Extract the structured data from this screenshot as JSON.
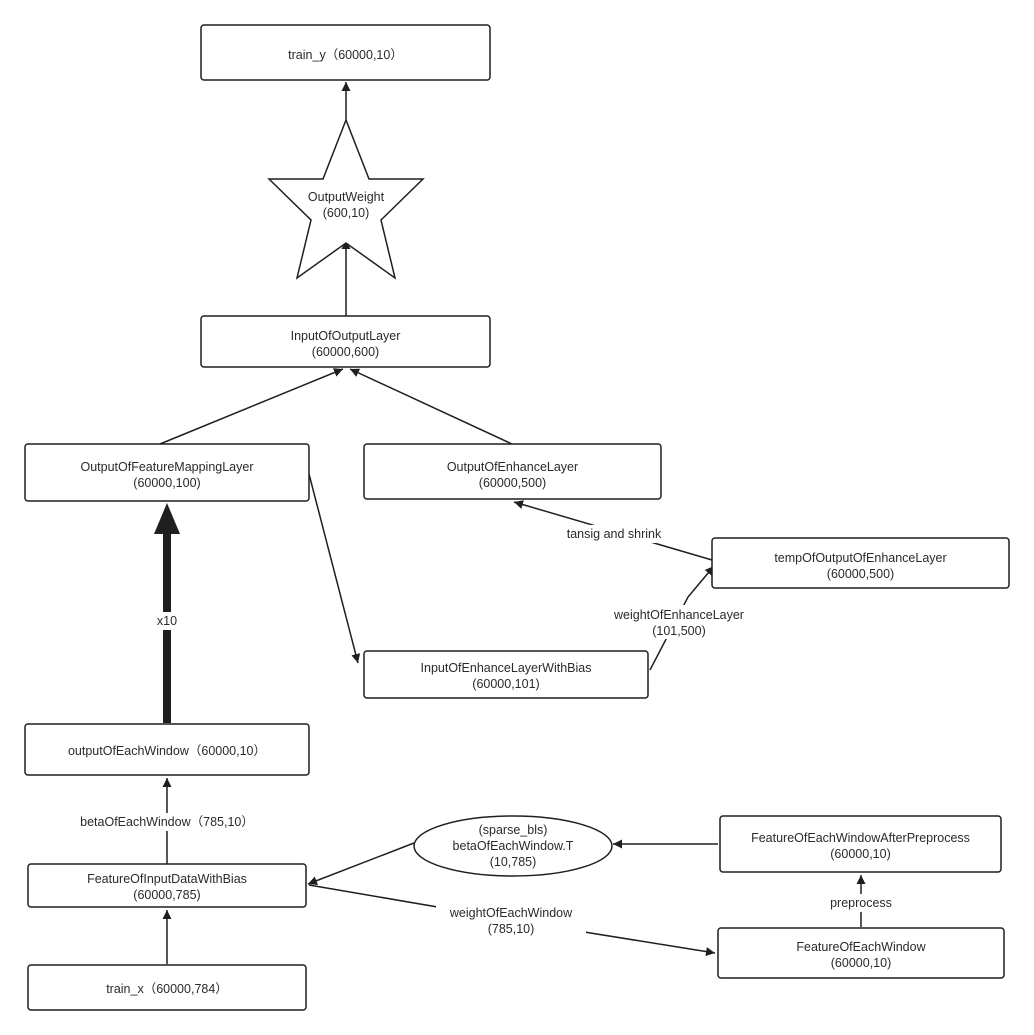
{
  "nodes": {
    "train_y": {
      "lines": [
        "train_y（60000,10）"
      ]
    },
    "output_weight": {
      "lines": [
        "OutputWeight",
        "(600,10)"
      ]
    },
    "input_of_output_layer": {
      "lines": [
        "InputOfOutputLayer",
        "(60000,600)"
      ]
    },
    "output_of_feature_mapping_layer": {
      "lines": [
        "OutputOfFeatureMappingLayer",
        "(60000,100)"
      ]
    },
    "output_of_enhance_layer": {
      "lines": [
        "OutputOfEnhanceLayer",
        "(60000,500)"
      ]
    },
    "temp_output_of_enhance_layer": {
      "lines": [
        "tempOfOutputOfEnhanceLayer",
        "(60000,500)"
      ]
    },
    "input_of_enhance_layer_with_bias": {
      "lines": [
        "InputOfEnhanceLayerWithBias",
        "(60000,101)"
      ]
    },
    "output_of_each_window": {
      "lines": [
        "outputOfEachWindow（60000,10）"
      ]
    },
    "feature_of_input_data_with_bias": {
      "lines": [
        "FeatureOfInputDataWithBias",
        "(60000,785)"
      ]
    },
    "sparse_bls": {
      "lines": [
        "(sparse_bls)",
        "betaOfEachWindow.T",
        "(10,785)"
      ]
    },
    "feature_after_preprocess": {
      "lines": [
        "FeatureOfEachWindowAfterPreprocess",
        "(60000,10)"
      ]
    },
    "feature_of_each_window": {
      "lines": [
        "FeatureOfEachWindow",
        "(60000,10)"
      ]
    },
    "train_x": {
      "lines": [
        "train_x（60000,784）"
      ]
    }
  },
  "edge_labels": {
    "tansig": {
      "lines": [
        "tansig and shrink"
      ]
    },
    "weight_enhance": {
      "lines": [
        "weightOfEnhanceLayer",
        "(101,500)"
      ]
    },
    "x10": {
      "lines": [
        "x10"
      ]
    },
    "beta_each_window": {
      "lines": [
        "betaOfEachWindow（785,10）"
      ]
    },
    "weight_each_window": {
      "lines": [
        "weightOfEachWindow",
        "(785,10)"
      ]
    },
    "preprocess": {
      "lines": [
        "preprocess"
      ]
    }
  },
  "colors": {
    "stroke": "#1f1f1f",
    "text": "#2a2a2a",
    "background": "#ffffff"
  }
}
